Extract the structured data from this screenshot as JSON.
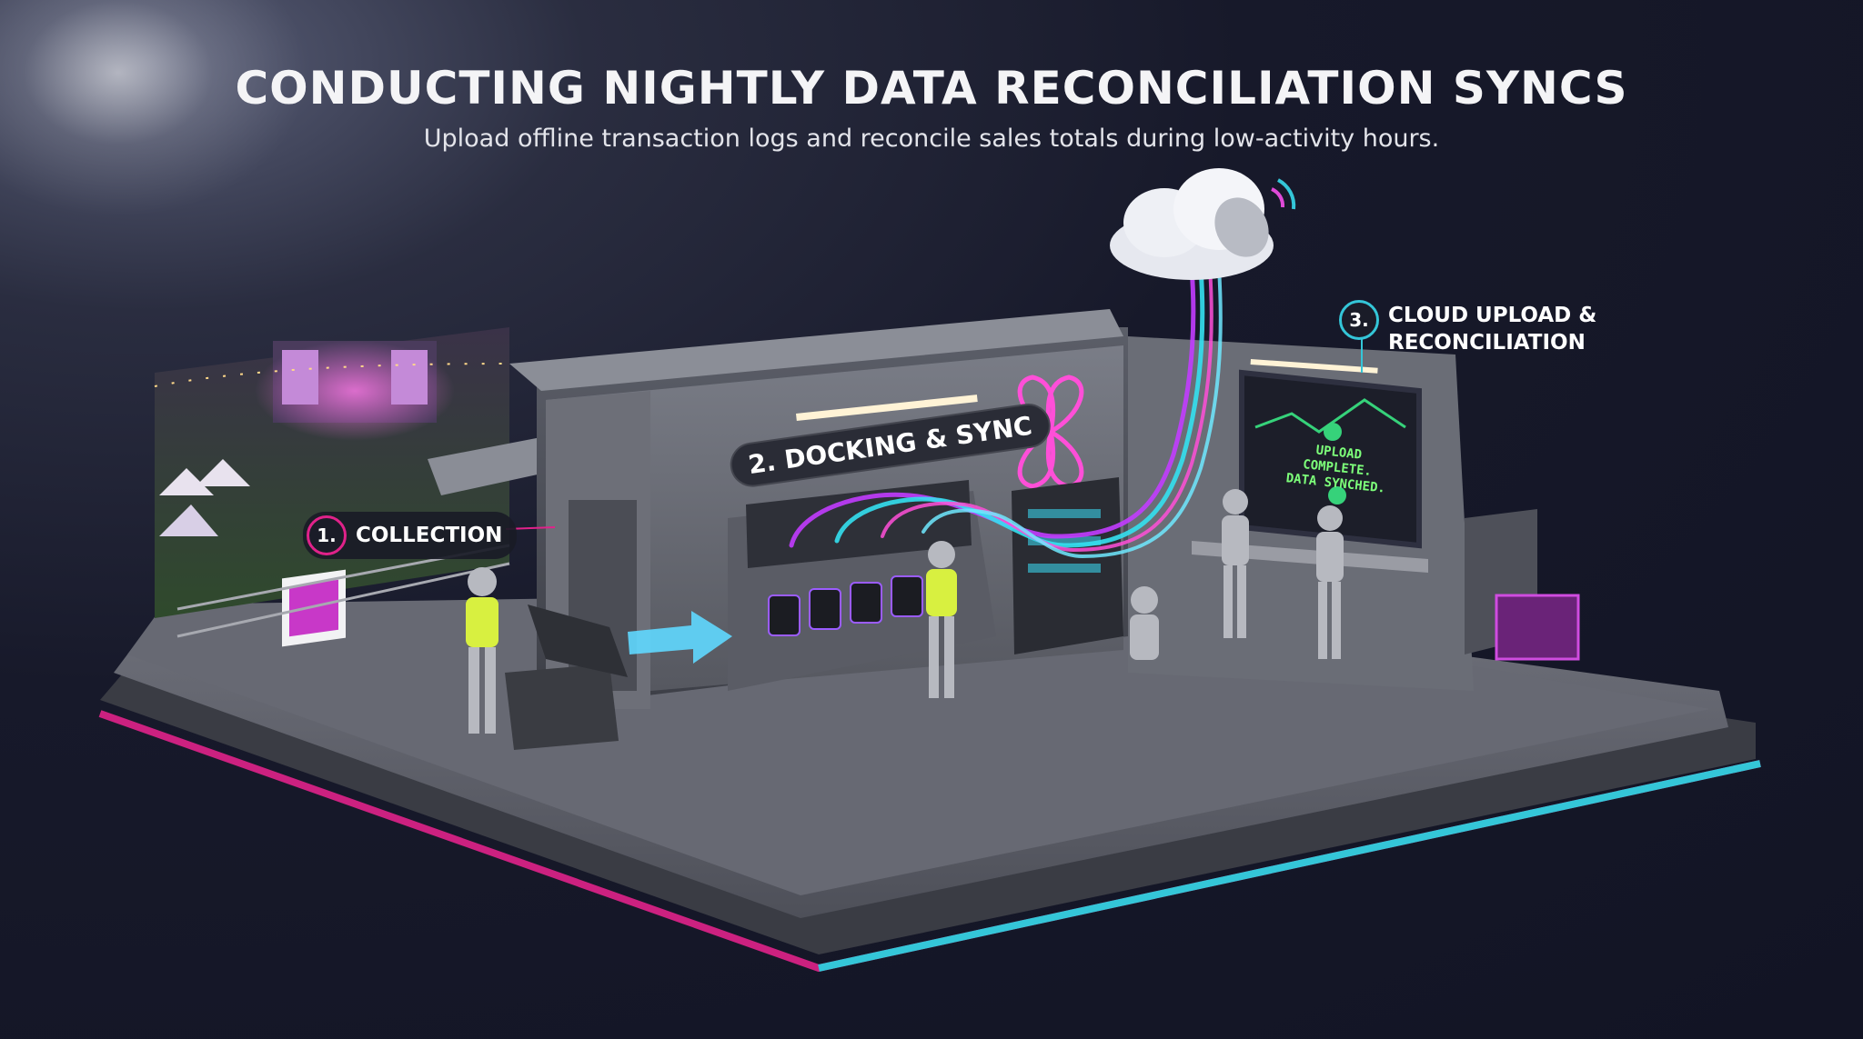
{
  "header": {
    "title": "CONDUCTING NIGHTLY DATA RECONCILIATION SYNCS",
    "subtitle": "Upload offline transaction logs and reconcile sales totals during low-activity hours."
  },
  "steps": [
    {
      "number": "1.",
      "label": "COLLECTION"
    },
    {
      "number": "2.",
      "label": "DOCKING & SYNC"
    },
    {
      "number": "3.",
      "label_line1": "CLOUD UPLOAD &",
      "label_line2": "RECONCILIATION"
    }
  ],
  "screen": {
    "line1": "UPLOAD COMPLETE.",
    "line2": "DATA SYNCHED."
  },
  "colors": {
    "accent_pink": "#e0228a",
    "accent_cyan": "#34c6d8",
    "accent_purple": "#b84dff",
    "background": "#17192a"
  },
  "icons": [
    "cloud-icon",
    "satellite-dish-icon",
    "arrow-right-icon",
    "check-icon",
    "logo-flower-icon"
  ]
}
